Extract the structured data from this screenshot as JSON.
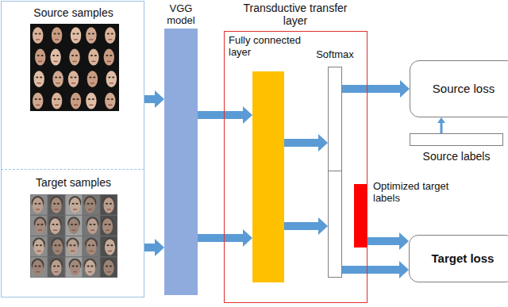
{
  "diagram": {
    "nodes": [
      {
        "text": [
          "Source samples"
        ]
      },
      {
        "text": [
          "Target samples"
        ]
      },
      {
        "text": [
          "VGG model"
        ]
      },
      {
        "text": [
          "Transductive transfer layer"
        ]
      },
      {
        "text": [
          "Fully connected layer"
        ],
        "in": 3
      },
      {
        "text": [
          "Softmax"
        ],
        "in": 3
      },
      {
        "text": [
          "Optimized target labels"
        ],
        "in": 3
      },
      {
        "text": [
          "Source loss"
        ]
      },
      {
        "text": [
          "Source labels"
        ]
      },
      {
        "text": [
          "Target loss"
        ]
      }
    ],
    "edges": [
      {
        "from": 0,
        "to": 2,
        "arrow": "to"
      },
      {
        "from": 1,
        "to": 2,
        "arrow": "to"
      },
      {
        "from": 2,
        "to": 4,
        "arrow": "to"
      },
      {
        "from": 2,
        "to": 4,
        "arrow": "to"
      },
      {
        "from": 4,
        "to": 5,
        "arrow": "to"
      },
      {
        "from": 4,
        "to": 5,
        "arrow": "to"
      },
      {
        "from": 5,
        "to": 7,
        "arrow": "to"
      },
      {
        "from": 8,
        "to": 7,
        "arrow": "to"
      },
      {
        "from": 6,
        "to": 9,
        "arrow": "to"
      },
      {
        "from": 5,
        "to": 9,
        "arrow": "to"
      }
    ]
  }
}
